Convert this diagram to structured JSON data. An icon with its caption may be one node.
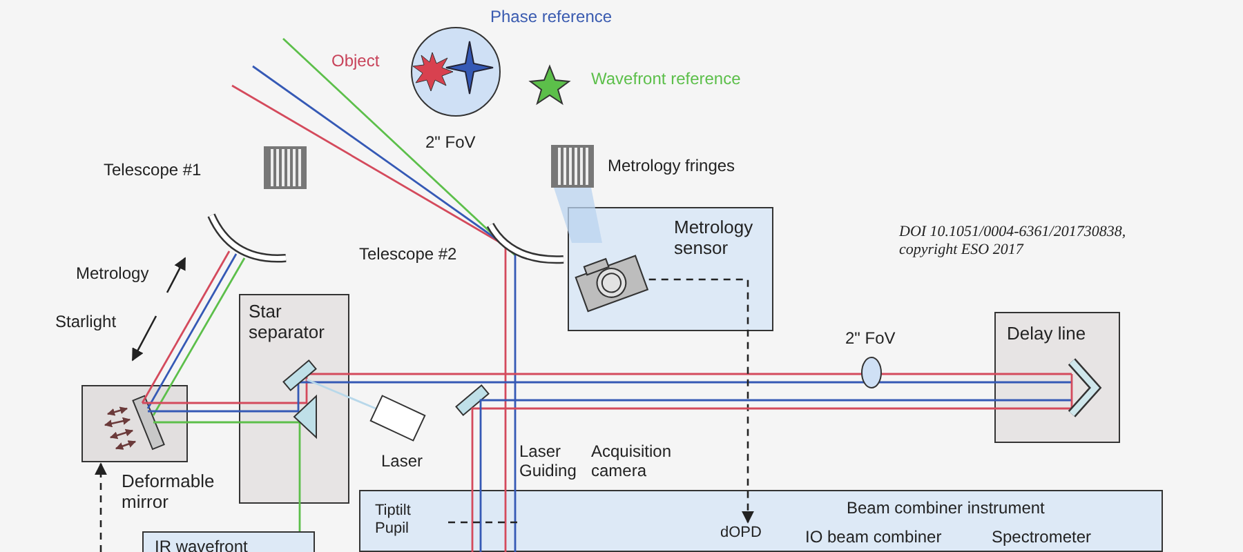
{
  "diagram": {
    "nodes": [
      {
        "text": [
          "Metrology sensor"
        ]
      },
      {
        "text": [],
        "shape": "picture",
        "in": 0
      },
      {
        "text": [
          "Star separator"
        ]
      },
      {
        "text": [
          "Delay line"
        ]
      },
      {
        "text": [
          "Deformable mirror"
        ]
      },
      {
        "text": [
          "Laser Guiding"
        ]
      },
      {
        "text": [
          "Acquisition camera"
        ]
      },
      {
        "text": [
          "Beam combiner instrument"
        ]
      },
      {
        "text": [
          "Tiptilt Pupil"
        ],
        "in": 7
      },
      {
        "text": [
          "dOPD"
        ],
        "in": 7
      },
      {
        "text": [
          "IR wavefront"
        ]
      }
    ],
    "edges": [
      {
        "from": 1,
        "to": 9,
        "arrow": "to",
        "style": "dashed"
      },
      {
        "from": null,
        "to": 4,
        "arrow": "to",
        "style": "dashed"
      },
      {
        "from": 8,
        "to": 5,
        "arrow": "none",
        "style": "dashed"
      },
      {
        "from": 3,
        "to": 7,
        "arrow": "none",
        "color": "#d44a5c"
      },
      {
        "from": 3,
        "to": 7,
        "arrow": "none",
        "color": "#3559b5"
      }
    ],
    "labels": [
      "Phase reference",
      "Object",
      "Wavefront reference",
      "2\" FoV",
      "Telescope #1",
      "Metrology fringes",
      "Telescope #2",
      "DOI 10.1051/0004-6361/201730838, copyright ESO 2017",
      "Metrology",
      "Starlight",
      "2\" FoV",
      "Laser",
      "IO beam combiner",
      "Spectrometer"
    ]
  }
}
